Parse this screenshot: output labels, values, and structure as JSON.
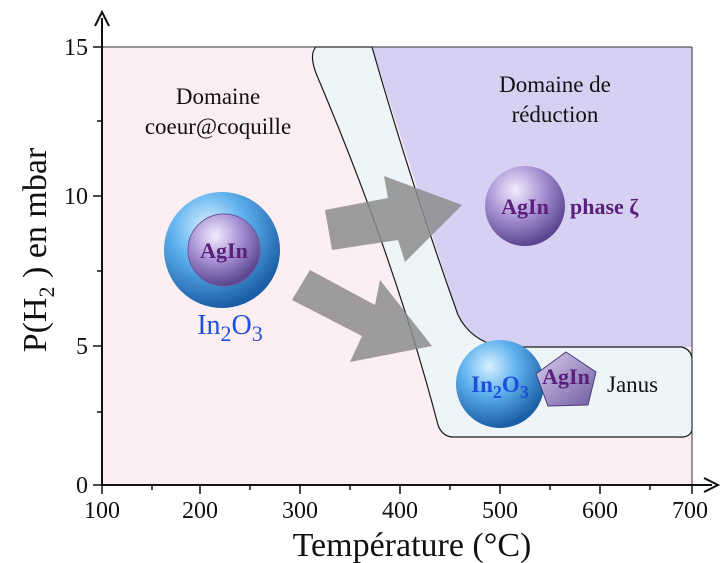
{
  "axes": {
    "y_title_prefix": "P(H",
    "y_title_sub": "2",
    "y_title_suffix": " ) en mbar",
    "x_title": "Température (°C)",
    "x_ticks": [
      "100",
      "200",
      "300",
      "400",
      "500",
      "600",
      "700"
    ],
    "y_ticks": [
      "0",
      "5",
      "10",
      "15"
    ]
  },
  "regions": {
    "core_shell_line1": "Domaine",
    "core_shell_line2": "coeur@coquille",
    "reduction_line1": "Domaine de",
    "reduction_line2": "réduction",
    "janus": "Janus"
  },
  "particles": {
    "core_shell_core": "AgIn",
    "oxide_prefix": "In",
    "oxide_sub1": "2",
    "oxide_mid": "O",
    "oxide_sub2": "3",
    "reduced_label": "AgIn",
    "phase_label": "phase ζ",
    "janus_metal": "AgIn"
  },
  "colors": {
    "core_shell_bg": "#fdeef1",
    "reduction_bg": "#d6d0f3",
    "janus_zone": "#eef5f9",
    "arrow": "#8c8c8c",
    "sphere_blue": "#3f9be0",
    "sphere_purple": "#a98fd0",
    "text_purple": "#5a1f7a",
    "text_blue": "#1f4fd8"
  },
  "chart_data": {
    "type": "phase-diagram",
    "xlabel": "Température (°C)",
    "ylabel": "P(H2) en mbar",
    "xlim": [
      100,
      700
    ],
    "ylim": [
      0,
      15
    ],
    "regions": [
      {
        "name": "Domaine coeur@coquille",
        "x_range": [
          100,
          340
        ]
      },
      {
        "name": "Domaine de réduction",
        "x_range": [
          350,
          700
        ],
        "y_range": [
          5,
          15
        ]
      },
      {
        "name": "Janus",
        "x_range": [
          440,
          700
        ],
        "y_range": [
          1.5,
          5
        ]
      }
    ]
  }
}
